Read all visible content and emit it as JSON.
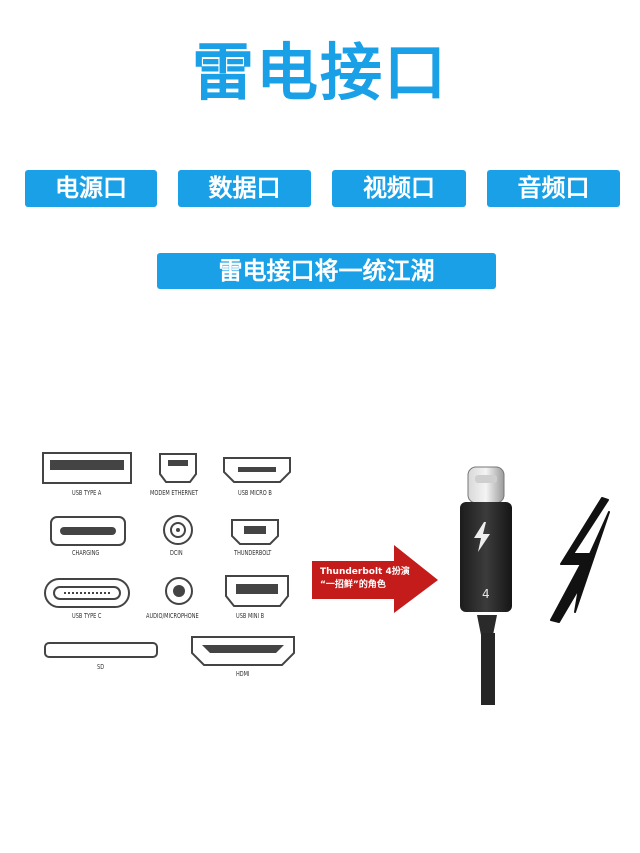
{
  "title": "雷电接口",
  "tags": [
    "电源口",
    "数据口",
    "视频口",
    "音频口"
  ],
  "banner": "雷电接口将一统江湖",
  "ports": {
    "usb_type_a": "USB TYPE A",
    "modem_ethernet": "MODEM ETHERNET",
    "usb_micro_b": "USB MICRO B",
    "charging": "CHARGING",
    "dcin": "DCIN",
    "thunderbolt": "THUNDERBOLT",
    "usb_type_c": "USB TYPE C",
    "audio_microphone": "AUDIO/MICROPHONE",
    "usb_mini_b": "USB MINI B",
    "sd": "SD",
    "hdmi": "HDMI"
  },
  "arrow_text": {
    "line1": "Thunderbolt 4扮演",
    "line2": "“一招鲜”的角色"
  },
  "cable_number": "4",
  "colors": {
    "accent": "#1aa0e6",
    "arrow": "#c41b1b",
    "cable": "#2b2b2b"
  }
}
